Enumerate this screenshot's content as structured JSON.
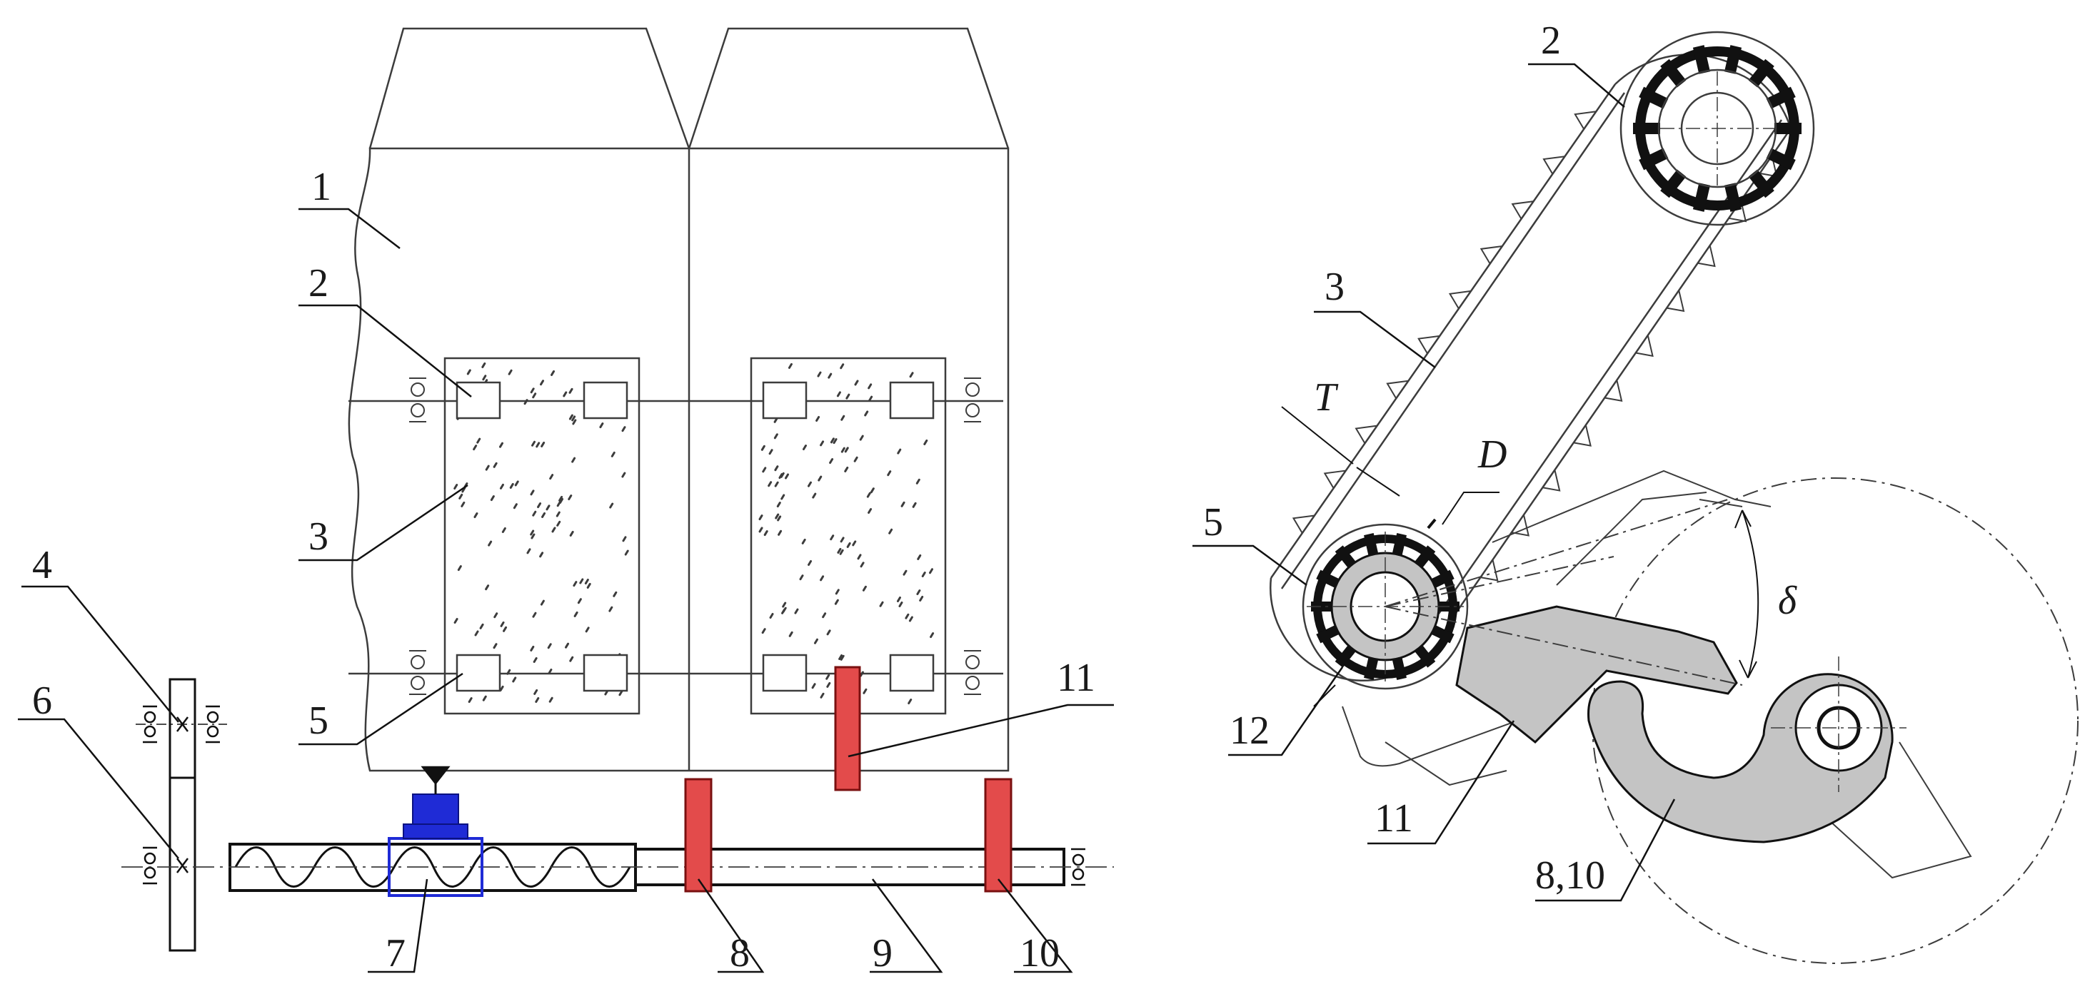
{
  "left_view": {
    "labels": [
      {
        "id": "1",
        "text": "1"
      },
      {
        "id": "2",
        "text": "2"
      },
      {
        "id": "3",
        "text": "3"
      },
      {
        "id": "4",
        "text": "4"
      },
      {
        "id": "5",
        "text": "5"
      },
      {
        "id": "6",
        "text": "6"
      },
      {
        "id": "7",
        "text": "7"
      },
      {
        "id": "8",
        "text": "8"
      },
      {
        "id": "9",
        "text": "9"
      },
      {
        "id": "10",
        "text": "10"
      },
      {
        "id": "11",
        "text": "11"
      }
    ]
  },
  "right_view": {
    "labels": [
      {
        "id": "2",
        "text": "2"
      },
      {
        "id": "3",
        "text": "3"
      },
      {
        "id": "5",
        "text": "5"
      },
      {
        "id": "11",
        "text": "11"
      },
      {
        "id": "12",
        "text": "12"
      },
      {
        "id": "8-10",
        "text": "8,10"
      }
    ],
    "symbols": {
      "T": "T",
      "D": "D",
      "delta": "δ"
    }
  },
  "colors": {
    "line": "#3c3c3c",
    "dark": "#111111",
    "red_fill": "#e34b4b",
    "red_stroke": "#7a1010",
    "blue": "#1f2bd6",
    "gray_fill": "#c4c4c4"
  }
}
